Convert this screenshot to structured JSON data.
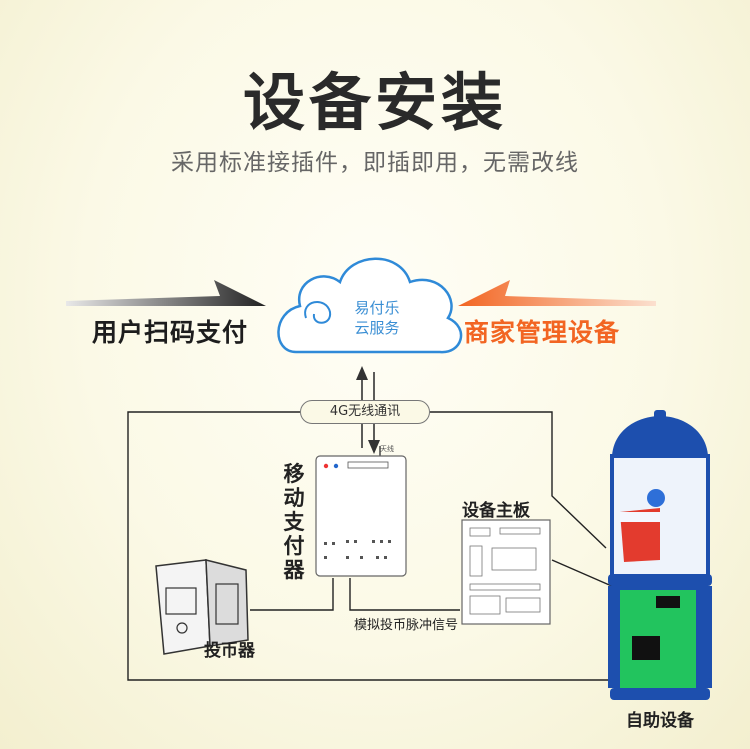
{
  "title": "设备安装",
  "subtitle": "采用标准接插件，即插即用，无需改线",
  "cloud": {
    "line1": "易付乐",
    "line2": "云服务"
  },
  "left_label": "用户扫码支付",
  "right_label": "商家管理设备",
  "link_badge": "4G无线通讯",
  "antenna_label": "天线",
  "payment_device": [
    "移",
    "动",
    "支",
    "付",
    "器"
  ],
  "mainboard_label": "设备主板",
  "coin_acceptor_label": "投币器",
  "pulse_label": "模拟投币脉冲信号",
  "machine_label": "自助设备",
  "colors": {
    "cloud": "#2f8ad8",
    "accent": "#f26522",
    "machine_blue": "#1d4fae",
    "machine_green": "#22c45e"
  }
}
